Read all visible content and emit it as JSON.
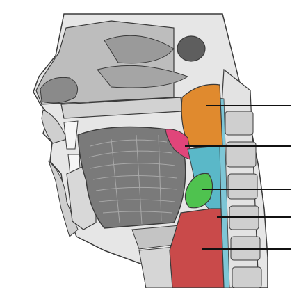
{
  "figure": {
    "colors": {
      "background": "#ffffff",
      "tissue_light": "#e6e6e6",
      "tissue_mid": "#bdbdbd",
      "tissue_dark": "#8a8a8a",
      "outline": "#3a3a3a",
      "bone": "#d2d2d2",
      "vertebra": "#cfcfcf",
      "nasopharynx": "#e08a2e",
      "soft_palate_highlight": "#e0457a",
      "oropharynx": "#5ab8c8",
      "epiglottis": "#4fc24f",
      "laryngopharynx": "#c94a4a",
      "leader_line": "#111111"
    },
    "icons": [
      "nasal-cavity-shape",
      "tongue-shape",
      "spine-shape"
    ],
    "region_count": 5
  }
}
